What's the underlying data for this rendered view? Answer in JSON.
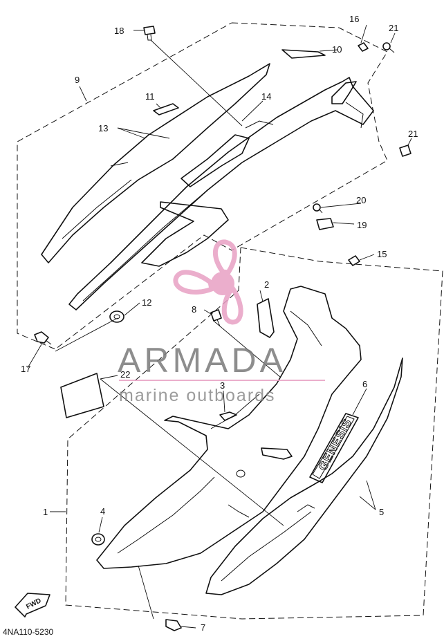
{
  "diagram": {
    "callouts": [
      {
        "id": "c1",
        "text": "1"
      },
      {
        "id": "c2",
        "text": "2"
      },
      {
        "id": "c3",
        "text": "3"
      },
      {
        "id": "c4",
        "text": "4"
      },
      {
        "id": "c5",
        "text": "5"
      },
      {
        "id": "c6",
        "text": "6"
      },
      {
        "id": "c7",
        "text": "7"
      },
      {
        "id": "c8",
        "text": "8"
      },
      {
        "id": "c9",
        "text": "9"
      },
      {
        "id": "c10",
        "text": "10"
      },
      {
        "id": "c11",
        "text": "11"
      },
      {
        "id": "c12",
        "text": "12"
      },
      {
        "id": "c13",
        "text": "13"
      },
      {
        "id": "c14",
        "text": "14"
      },
      {
        "id": "c15",
        "text": "15"
      },
      {
        "id": "c16",
        "text": "16"
      },
      {
        "id": "c17",
        "text": "17"
      },
      {
        "id": "c18",
        "text": "18"
      },
      {
        "id": "c19",
        "text": "19"
      },
      {
        "id": "c20",
        "text": "20"
      },
      {
        "id": "c21a",
        "text": "21"
      },
      {
        "id": "c21b",
        "text": "21"
      },
      {
        "id": "c22",
        "text": "22"
      }
    ],
    "diagram_code": "4NA110-5230",
    "fwd_arrow_text": "FWD",
    "emblem_text": "GENESIS"
  },
  "watermark": {
    "brand": "ARMADA",
    "tagline": "marine outboards",
    "logo_color": "#e8a0c4",
    "rule_color": "#e8a0c4"
  }
}
